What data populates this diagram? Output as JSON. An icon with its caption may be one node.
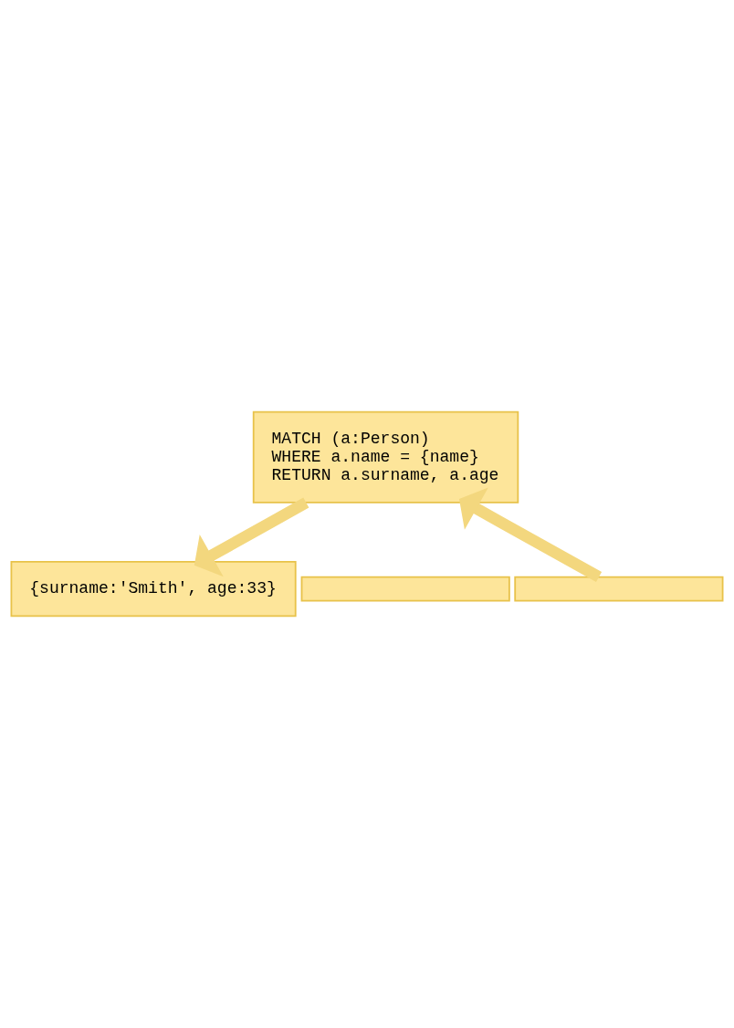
{
  "diagram": {
    "nodes": [
      {
        "text": [
          "MATCH (a:Person)",
          "WHERE a.name = {name}",
          "RETURN a.surname, a.age"
        ]
      },
      {
        "text": [],
        "shape": "box"
      },
      {
        "text": [],
        "shape": "box"
      },
      {
        "text": [
          "{surname:'Smith', age:33}"
        ]
      }
    ],
    "edges": [
      {
        "from": 0,
        "to": 3,
        "arrow": "to"
      },
      {
        "from": 2,
        "to": 0,
        "arrow": "to"
      }
    ]
  }
}
